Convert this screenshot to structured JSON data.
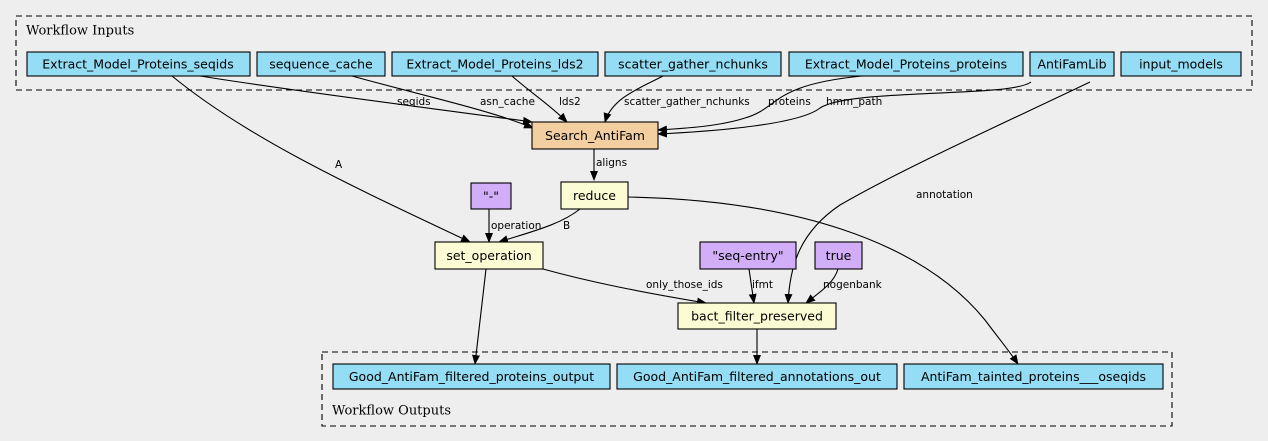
{
  "clusters": {
    "inputs": {
      "label": "Workflow Inputs"
    },
    "outputs": {
      "label": "Workflow Outputs"
    }
  },
  "colors": {
    "io": "#94ddf4",
    "tool": "#f3cea1",
    "step": "#fcfcd4",
    "constant": "#d2aef8",
    "background": "#eeeeee"
  },
  "nodes": {
    "in_seqids": {
      "label": "Extract_Model_Proteins_seqids",
      "kind": "io"
    },
    "in_sequence_cache": {
      "label": "sequence_cache",
      "kind": "io"
    },
    "in_lds2": {
      "label": "Extract_Model_Proteins_lds2",
      "kind": "io"
    },
    "in_scatter_gather": {
      "label": "scatter_gather_nchunks",
      "kind": "io"
    },
    "in_proteins": {
      "label": "Extract_Model_Proteins_proteins",
      "kind": "io"
    },
    "in_antifamlib": {
      "label": "AntiFamLib",
      "kind": "io"
    },
    "in_input_models": {
      "label": "input_models",
      "kind": "io"
    },
    "search_antifam": {
      "label": "Search_AntiFam",
      "kind": "tool"
    },
    "reduce": {
      "label": "reduce",
      "kind": "step"
    },
    "const_dash": {
      "label": "\"-\"",
      "kind": "constant"
    },
    "set_operation": {
      "label": "set_operation",
      "kind": "step"
    },
    "const_seq_entry": {
      "label": "\"seq-entry\"",
      "kind": "constant"
    },
    "const_true": {
      "label": "true",
      "kind": "constant"
    },
    "bact_filter": {
      "label": "bact_filter_preserved",
      "kind": "step"
    },
    "out_proteins": {
      "label": "Good_AntiFam_filtered_proteins_output",
      "kind": "io"
    },
    "out_annotations": {
      "label": "Good_AntiFam_filtered_annotations_out",
      "kind": "io"
    },
    "out_tainted": {
      "label": "AntiFam_tainted_proteins___oseqids",
      "kind": "io"
    }
  },
  "edges": {
    "seqids": {
      "label": "seqids"
    },
    "asn_cache": {
      "label": "asn_cache"
    },
    "lds2": {
      "label": "lds2"
    },
    "scatter_gather_nchunks": {
      "label": "scatter_gather_nchunks"
    },
    "proteins": {
      "label": "proteins"
    },
    "hmm_path": {
      "label": "hmm_path"
    },
    "aligns": {
      "label": "aligns"
    },
    "A": {
      "label": "A"
    },
    "B": {
      "label": "B"
    },
    "operation": {
      "label": "operation"
    },
    "annotation": {
      "label": "annotation"
    },
    "only_those_ids": {
      "label": "only_those_ids"
    },
    "ifmt": {
      "label": "ifmt"
    },
    "nogenbank": {
      "label": "nogenbank"
    },
    "to_out_proteins": {
      "label": ""
    },
    "to_out_annotations": {
      "label": ""
    },
    "to_out_tainted": {
      "label": ""
    }
  }
}
